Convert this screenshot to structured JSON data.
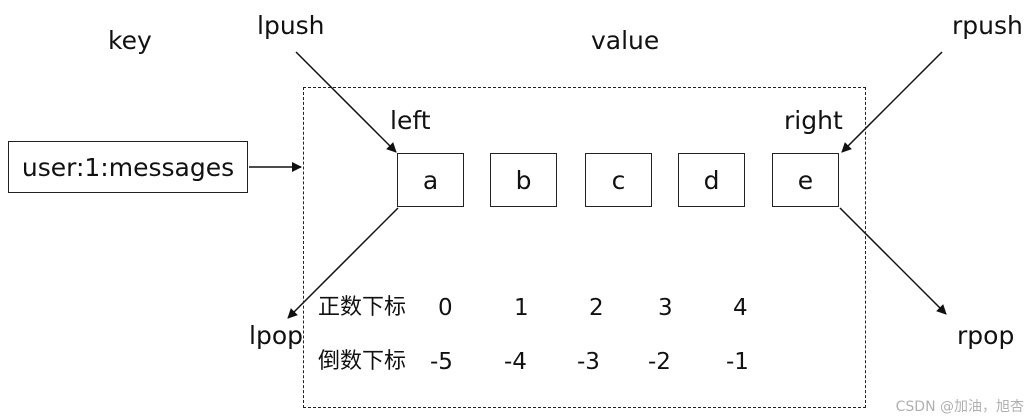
{
  "key_label": "key",
  "value_label": "value",
  "key_name": "user:1:messages",
  "left_label": "left",
  "right_label": "right",
  "ops": {
    "lpush": "lpush",
    "rpush": "rpush",
    "lpop": "lpop",
    "rpop": "rpop"
  },
  "elements": [
    "a",
    "b",
    "c",
    "d",
    "e"
  ],
  "positive_index": {
    "label": "正数下标",
    "values": [
      "0",
      "1",
      "2",
      "3",
      "4"
    ]
  },
  "negative_index": {
    "label": "倒数下标",
    "values": [
      "-5",
      "-4",
      "-3",
      "-2",
      "-1"
    ]
  },
  "watermark": "CSDN @加油，旭杏"
}
